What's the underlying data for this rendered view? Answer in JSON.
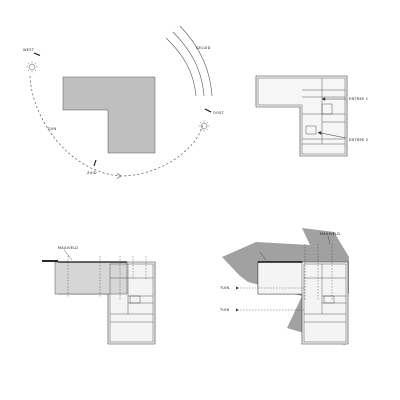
{
  "site_diagram": {
    "labels": {
      "west": "WEST",
      "geluid": "GELUID",
      "oost": "OOST",
      "tuin": "TUIN",
      "zuid": "ZUID"
    },
    "icons": [
      "sun-icon-west",
      "sun-icon-east",
      "sound-waves-icon",
      "sun-path-arc"
    ]
  },
  "entrance_plan": {
    "labels": {
      "entree_1": "ENTREE 1",
      "entree_2": "ENTREE 2"
    }
  },
  "section_plan": {
    "labels": {
      "maaiveld": "MAAIVELD"
    }
  },
  "shadow_plan": {
    "labels": {
      "maaiveld": "MAAIVELD",
      "tuin_upper": "TUIN",
      "tuin_lower": "TUIN"
    }
  },
  "colors": {
    "building_fill": "#bdbdbd",
    "shadow_fill": "#9c9c9c",
    "plan_fill": "#f3f3f3",
    "line": "#333333"
  }
}
